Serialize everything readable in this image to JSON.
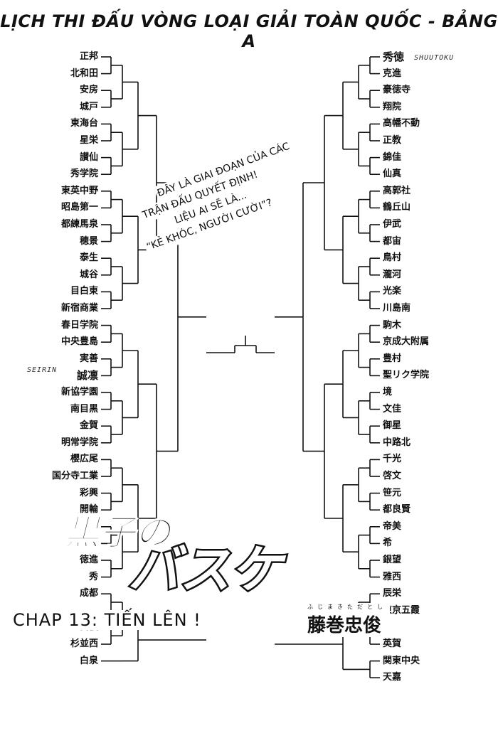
{
  "title": "LỊCH THI ĐẤU VÒNG LOẠI GIẢI TOÀN QUỐC - BẢNG A",
  "left_teams": [
    "正邦",
    "北和田",
    "安房",
    "城戸",
    "東海台",
    "星栄",
    "讃仙",
    "秀学院",
    "東英中野",
    "昭島第一",
    "都練馬泉",
    "穂景",
    "泰生",
    "城谷",
    "目白東",
    "新宿商業",
    "春日学院",
    "中央豊島",
    "実善",
    "誠凛",
    "新協学園",
    "南目黒",
    "金賀",
    "明常学院",
    "櫻広尾",
    "国分寺工業",
    "彩興",
    "開輪",
    "",
    "",
    "徳進",
    "秀",
    "成都",
    "",
    "白稜",
    "杉並西",
    "白泉"
  ],
  "right_teams": [
    "秀徳",
    "克進",
    "豪徳寺",
    "翔院",
    "高幡不動",
    "正教",
    "錦佳",
    "仙真",
    "高郭社",
    "鶴丘山",
    "伊武",
    "都宙",
    "鳥村",
    "瀧河",
    "光楽",
    "川島南",
    "駒木",
    "京成大附属",
    "豊村",
    "聖リク学院",
    "境",
    "文佳",
    "御星",
    "中路北",
    "千光",
    "啓文",
    "笹元",
    "都良賢",
    "帝美",
    "希",
    "銀望",
    "雅西",
    "辰栄",
    "東京五霞",
    "",
    "英賀",
    "関東中央",
    "天嘉"
  ],
  "labels": {
    "shutoku": "SHUUTOKU",
    "seirin": "SEIRIN"
  },
  "callout": [
    "ĐÂY LÀ GIAI ĐOẠN CỦA CÁC",
    "TRẬN ĐẤU QUYẾT ĐỊNH!",
    "LIỆU AI SẼ LÀ...",
    "“KẺ KHÓC, NGƯỜI CƯỜI”?"
  ],
  "logo": {
    "line1": "黒子の",
    "line2": "バスケ"
  },
  "chapter": "CHAP 13: TIẾN LÊN !",
  "author": {
    "name": "藤巻忠俊",
    "ruby": "ふじまきただとし"
  }
}
